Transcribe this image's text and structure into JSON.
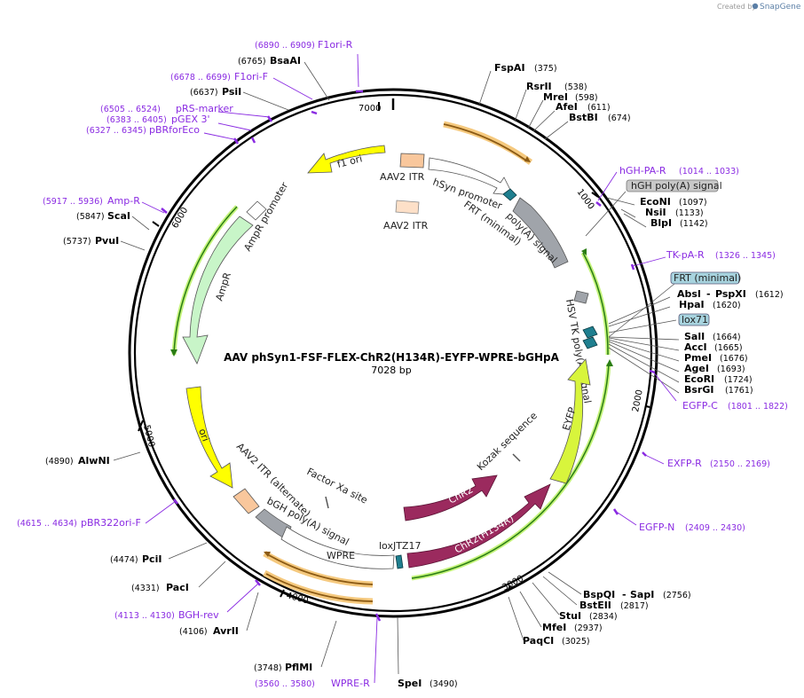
{
  "brand": {
    "prefix": "Created by",
    "name": "SnapGene"
  },
  "plasmid": {
    "name": "AAV phSyn1-FSF-FLEX-ChR2(H134R)-EYFP-WPRE-bGHpA",
    "length": "7028 bp"
  },
  "ticks": [
    "1000",
    "2000",
    "3000",
    "4000",
    "5000",
    "6000",
    "7000"
  ],
  "sites": [
    {
      "name": "FspAI",
      "pos": "(375)"
    },
    {
      "name": "RsrII",
      "pos": "(538)"
    },
    {
      "name": "MreI",
      "pos": "(598)"
    },
    {
      "name": "AfeI",
      "pos": "(611)"
    },
    {
      "name": "BstBI",
      "pos": "(674)"
    },
    {
      "name": "EcoNI",
      "pos": "(1097)"
    },
    {
      "name": "NsiI",
      "pos": "(1133)"
    },
    {
      "name": "BlpI",
      "pos": "(1142)"
    },
    {
      "name": "AbsI",
      "pos": ""
    },
    {
      "name": "PspXI",
      "pos": "(1612)"
    },
    {
      "name": "HpaI",
      "pos": "(1620)"
    },
    {
      "name": "SalI",
      "pos": "(1664)"
    },
    {
      "name": "AccI",
      "pos": "(1665)"
    },
    {
      "name": "PmeI",
      "pos": "(1676)"
    },
    {
      "name": "AgeI",
      "pos": "(1693)"
    },
    {
      "name": "EcoRI",
      "pos": "(1724)"
    },
    {
      "name": "BsrGI",
      "pos": "(1761)"
    },
    {
      "name": "BspQI",
      "pos": ""
    },
    {
      "name": "SapI",
      "pos": "(2756)"
    },
    {
      "name": "BstEII",
      "pos": "(2817)"
    },
    {
      "name": "StuI",
      "pos": "(2834)"
    },
    {
      "name": "MfeI",
      "pos": "(2937)"
    },
    {
      "name": "PaqCI",
      "pos": "(3025)"
    },
    {
      "name": "SpeI",
      "pos": "(3490)"
    },
    {
      "name": "PflMI",
      "pos": "(3748)"
    },
    {
      "name": "AvrII",
      "pos": "(4106)"
    },
    {
      "name": "PacI",
      "pos": "(4331)"
    },
    {
      "name": "PciI",
      "pos": "(4474)"
    },
    {
      "name": "AlwNI",
      "pos": "(4890)"
    },
    {
      "name": "PvuI",
      "pos": "(5737)"
    },
    {
      "name": "ScaI",
      "pos": "(5847)"
    },
    {
      "name": "PsiI",
      "pos": "(6637)"
    },
    {
      "name": "BsaAI",
      "pos": "(6765)"
    }
  ],
  "primers": [
    {
      "name": "F1ori-R",
      "pos": "(6890 .. 6909)"
    },
    {
      "name": "F1ori-F",
      "pos": "(6678 .. 6699)"
    },
    {
      "name": "pRS-marker",
      "pos": "(6505 .. 6524)"
    },
    {
      "name": "pGEX 3'",
      "pos": "(6383 .. 6405)"
    },
    {
      "name": "pBRforEco",
      "pos": "(6327 .. 6345)"
    },
    {
      "name": "Amp-R",
      "pos": "(5917 .. 5936)"
    },
    {
      "name": "hGH-PA-R",
      "pos": "(1014 .. 1033)"
    },
    {
      "name": "TK-pA-R",
      "pos": "(1326 .. 1345)"
    },
    {
      "name": "EGFP-C",
      "pos": "(1801 .. 1822)"
    },
    {
      "name": "EXFP-R",
      "pos": "(2150 .. 2169)"
    },
    {
      "name": "EGFP-N",
      "pos": "(2409 .. 2430)"
    },
    {
      "name": "WPRE-R",
      "pos": "(3560 .. 3580)"
    },
    {
      "name": "BGH-rev",
      "pos": "(4113 .. 4130)"
    },
    {
      "name": "pBR322ori-F",
      "pos": "(4615 .. 4634)"
    }
  ],
  "callouts": [
    {
      "name": "hGH poly(A) signal",
      "color": "#c8c8c8"
    },
    {
      "name": "FRT (minimal)",
      "color": "#a7d3de"
    },
    {
      "name": "lox71",
      "color": "#a7d3de"
    }
  ],
  "features": [
    {
      "name": "f1 ori",
      "color": "#ffff00"
    },
    {
      "name": "AAV2 ITR",
      "color": "#f9c79c"
    },
    {
      "name": "AAV2 ITR",
      "color": "#fde0c8"
    },
    {
      "name": "hSyn promoter",
      "color": "#ffffff"
    },
    {
      "name": "FRT (minimal)",
      "color": "#1f7f8f"
    },
    {
      "name": "poly(A) signal",
      "color": "#a0a4aa"
    },
    {
      "name": "AmpR promoter",
      "color": "#ffffff"
    },
    {
      "name": "AmpR",
      "color": "#c8f5c8"
    },
    {
      "name": "HSV TK poly(A) signal",
      "color": "#a0a4aa"
    },
    {
      "name": "ori",
      "color": "#ffff00"
    },
    {
      "name": "EYFP",
      "color": "#d8f53c"
    },
    {
      "name": "Kozak sequence",
      "color": "#888888"
    },
    {
      "name": "AAV2 ITR (alternate)",
      "color": "#f9c79c"
    },
    {
      "name": "Factor Xa site",
      "color": "#888888"
    },
    {
      "name": "bGH poly(A) signal",
      "color": "#a0a4aa"
    },
    {
      "name": "ChR2",
      "color": "#9b2a5e"
    },
    {
      "name": "ChR2(H134R)",
      "color": "#9b2a5e"
    },
    {
      "name": "WPRE",
      "color": "#ffffff"
    },
    {
      "name": "loxJTZ17",
      "color": "#1f7f8f"
    }
  ]
}
